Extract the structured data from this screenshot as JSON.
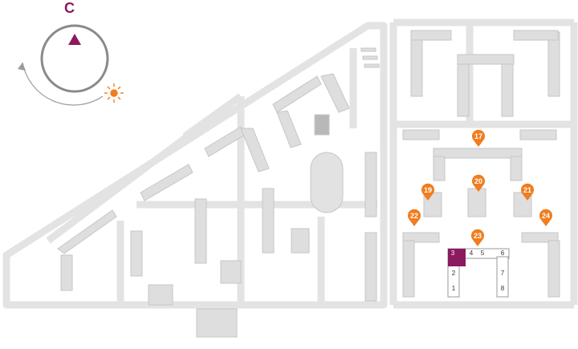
{
  "compass": {
    "direction_label": "С",
    "accent_color": "#8b1a5e",
    "sun_color": "#f07d1e",
    "icons": [
      "north-arrow-icon",
      "sun-icon"
    ]
  },
  "map": {
    "block_color": "#dcdcdc",
    "road_color": "#e6e6e6",
    "pin_color": "#f07d1e",
    "highlight_color": "#8b1a5e"
  },
  "pins": [
    {
      "label": "17"
    },
    {
      "label": "19"
    },
    {
      "label": "20"
    },
    {
      "label": "21"
    },
    {
      "label": "22"
    },
    {
      "label": "23"
    },
    {
      "label": "24"
    }
  ],
  "sections": [
    {
      "label": "1"
    },
    {
      "label": "2"
    },
    {
      "label": "3",
      "selected": true
    },
    {
      "label": "4"
    },
    {
      "label": "5"
    },
    {
      "label": "6"
    },
    {
      "label": "7"
    },
    {
      "label": "8"
    }
  ]
}
